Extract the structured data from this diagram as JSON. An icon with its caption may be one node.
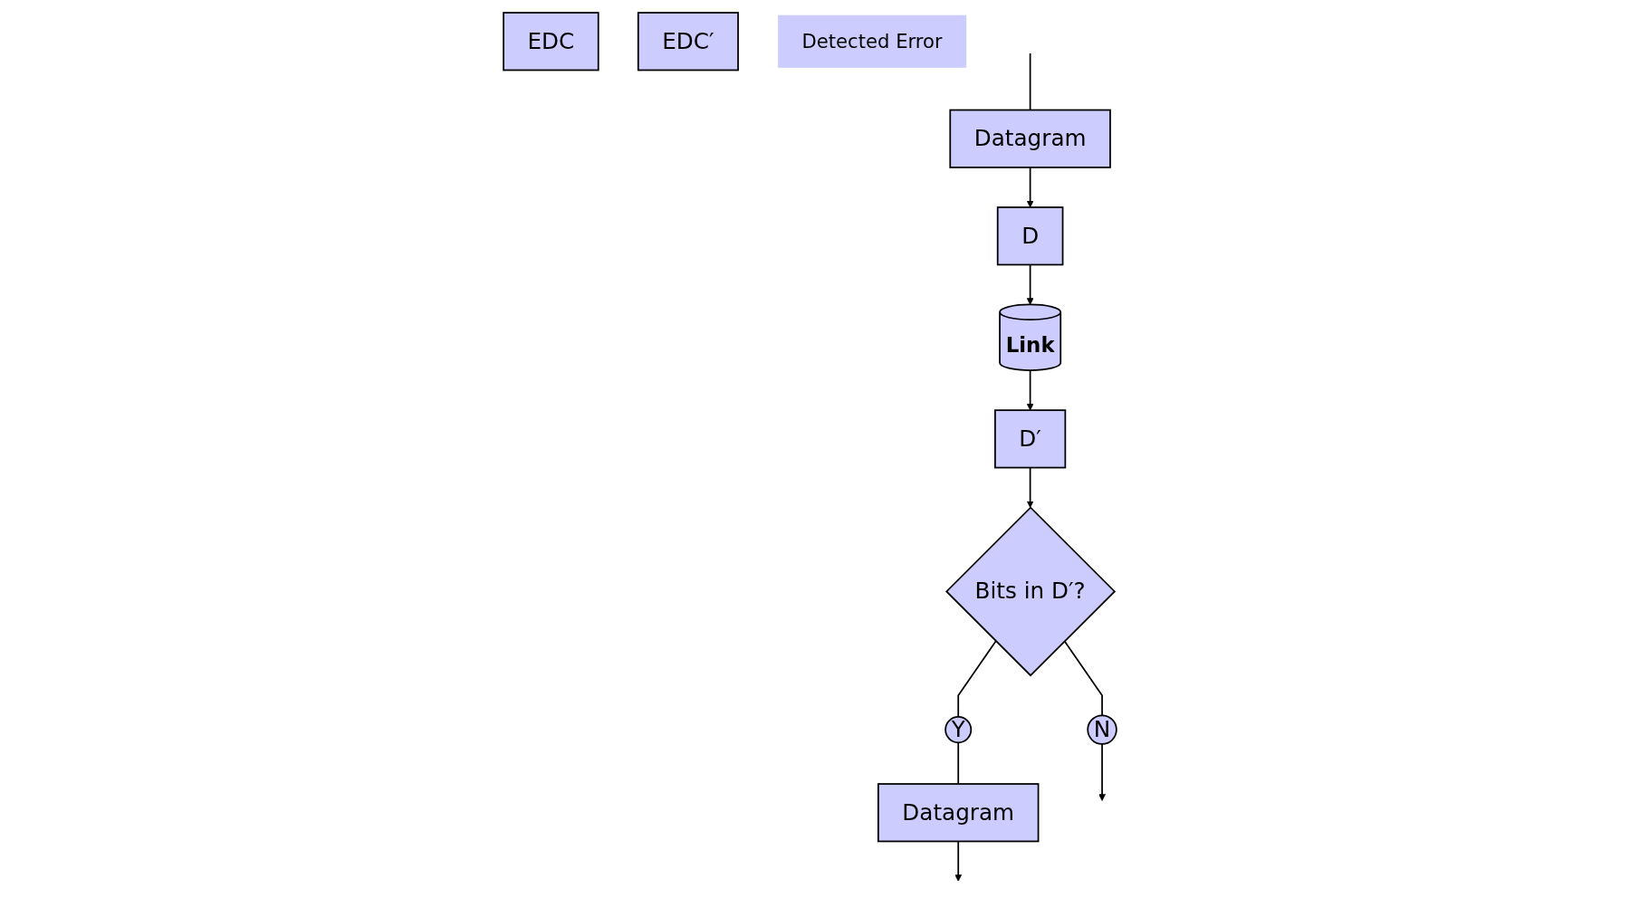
{
  "diagram": {
    "nodes": [
      {
        "text": [
          "Datagram"
        ]
      },
      {
        "text": [
          "D"
        ]
      },
      {
        "text": [
          "EDC"
        ]
      },
      {
        "text": [
          "Link"
        ]
      },
      {
        "text": [
          "D′"
        ]
      },
      {
        "text": [
          "EDC′"
        ]
      },
      {
        "text": [
          "Bits in D′?"
        ]
      },
      {
        "text": [
          "Y"
        ]
      },
      {
        "text": [
          "Datagram"
        ]
      },
      {
        "text": [
          "N"
        ]
      },
      {
        "text": [
          "Detected Error"
        ]
      }
    ],
    "edges": [
      {
        "from": null,
        "to": 0,
        "arrow": "none"
      },
      {
        "from": 0,
        "to": 1,
        "arrow": "to"
      },
      {
        "from": 1,
        "to": 3,
        "arrow": "to"
      },
      {
        "from": 3,
        "to": 4,
        "arrow": "to"
      },
      {
        "from": 4,
        "to": 6,
        "arrow": "to"
      },
      {
        "from": 6,
        "to": 7,
        "arrow": "none"
      },
      {
        "from": 7,
        "to": 8,
        "arrow": "none"
      },
      {
        "from": 8,
        "to": null,
        "arrow": "to"
      },
      {
        "from": 6,
        "to": 9,
        "arrow": "none"
      },
      {
        "from": 9,
        "to": null,
        "arrow": "to"
      }
    ]
  }
}
